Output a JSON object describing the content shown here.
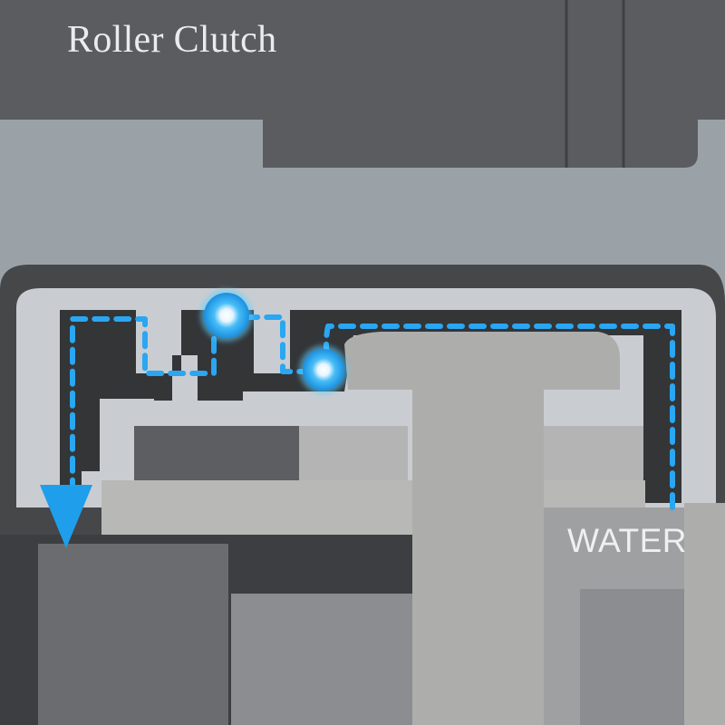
{
  "labels": {
    "component": "Roller Clutch",
    "medium": "WATER"
  },
  "colors": {
    "background": "#9aa2a8",
    "housing_dark": "#56585b",
    "channel": "#3a3c3f",
    "seal_light": "#c9cdd1",
    "shaft": "#adadac",
    "flow_line": "#27a4f0",
    "droplet": "#35b4f6"
  },
  "diagram": {
    "elements": [
      "roller-clutch-housing",
      "seal-lip",
      "labyrinth-channel",
      "shaft",
      "flow-path",
      "water-droplet",
      "flow-arrow-head"
    ]
  }
}
